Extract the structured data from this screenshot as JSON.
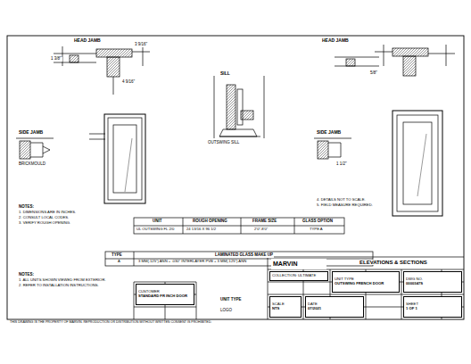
{
  "diagram": {
    "title": "ELEVATIONS & SECTIONS",
    "nodes": [
      {
        "text": [
          "MARVIN"
        ]
      },
      {
        "text": [
          "COLLECTION: ULTIMATE"
        ]
      },
      {
        "text": [
          "UNIT TYPE",
          "OUTSWING FRENCH DOOR"
        ]
      },
      {
        "text": [
          "CUSTOMER",
          "STANDARD FR INCH DOOR"
        ]
      },
      {
        "text": [
          "SCALE",
          "NTS"
        ]
      },
      {
        "text": [
          "DATE",
          "07/2021"
        ]
      },
      {
        "text": [
          "DWG NO.",
          "0000347S"
        ]
      },
      {
        "text": [
          "SHEET",
          "1 OF 1"
        ]
      }
    ],
    "labels": [
      "HEAD JAMB",
      "1 3/8\"",
      "3 9/16\"",
      "4 9/16\"",
      "SIDE JAMB",
      "BRICKMOULD",
      "SILL",
      "OUTSWING SILL",
      "HEAD JAMB",
      "5/8\"",
      "SIDE JAMB",
      "1 1/2\"",
      "NOTES:",
      "1. DIMENSIONS ARE IN INCHES.",
      "2. CONSULT LOCAL CODES.",
      "3. VERIFY ROUGH OPENING.",
      "4. DETAILS NOT TO SCALE.",
      "5. FIELD MEASURE REQUIRED.",
      "UNIT",
      "ROUGH OPENING",
      "FRAME SIZE",
      "GLASS OPTION",
      "UL OUTSWING FL 2/0",
      "24 13/16 X 96 1/2",
      "2'0\"-8'0\"",
      "TYPE A",
      "TYPE",
      "LAMINATED GLASS MAKE UP",
      "A",
      "3 MM(.125\") ANN + .030\" INTERLAYER PVB + 3 MM(.125\") ANN",
      "NOTES:",
      "1. ALL UNITS SHOWN VIEWED FROM EXTERIOR.",
      "2. REFER TO INSTALLATION INSTRUCTIONS.",
      "UNIT TYPE",
      "LOGO",
      "THIS DRAWING IS THE PROPERTY OF MARVIN. REPRODUCTION OR DISTRIBUTION WITHOUT WRITTEN CONSENT IS PROHIBITED."
    ]
  }
}
